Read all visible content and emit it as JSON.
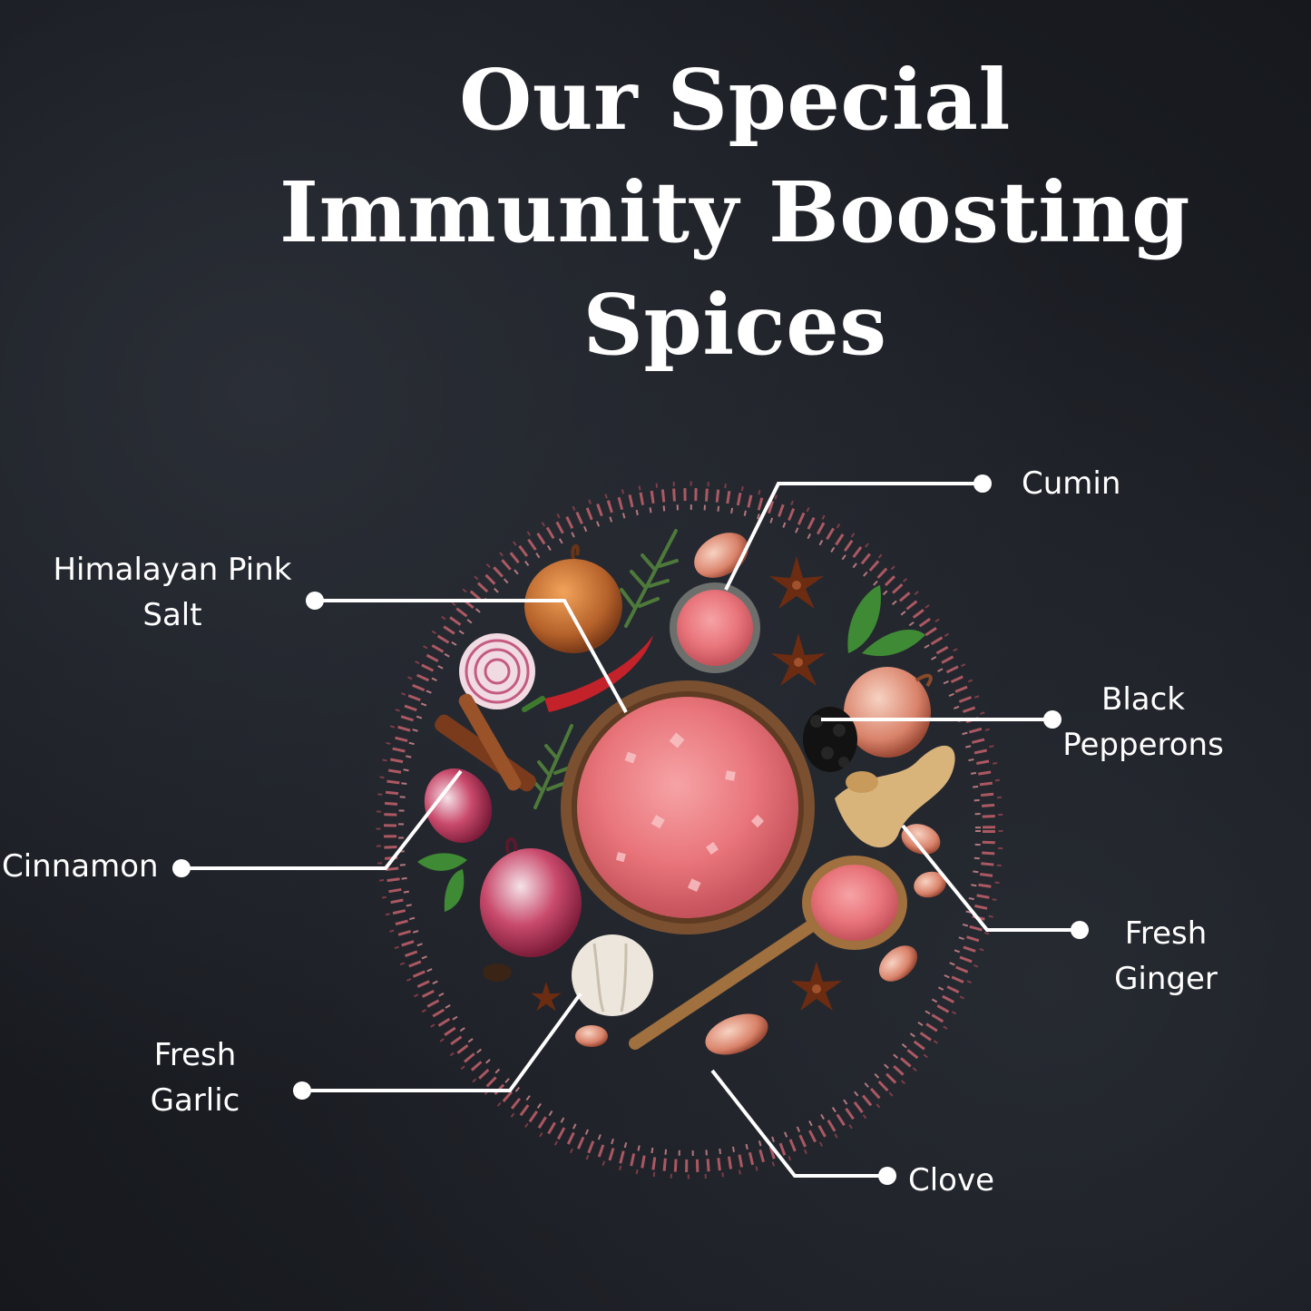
{
  "title": {
    "line1": "Our Special",
    "line2": "Immunity Boosting",
    "line3": "Spices"
  },
  "labels": {
    "cumin": "Cumin",
    "pink_salt_line1": "Himalayan Pink",
    "pink_salt_line2": "Salt",
    "black_pepper_line1": "Black",
    "black_pepper_line2": "Pepperons",
    "cinnamon": "Cinnamon",
    "ginger_line1": "Fresh",
    "ginger_line2": "Ginger",
    "garlic_line1": "Fresh",
    "garlic_line2": "Garlic",
    "clove": "Clove"
  },
  "colors": {
    "background": "#1b1e24",
    "text": "#ffffff",
    "salt": "#e8747a",
    "bowl": "#7a5030"
  }
}
